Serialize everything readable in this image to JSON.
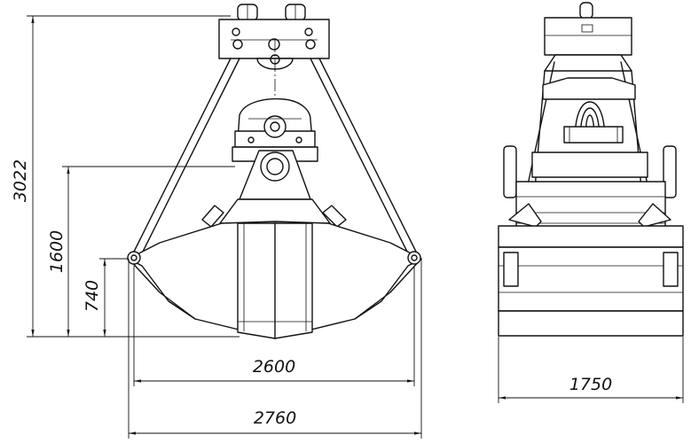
{
  "dimensions": {
    "total_height": "3022",
    "height_1600": "1600",
    "height_740": "740",
    "open_width_2600": "2600",
    "open_width_2760": "2760",
    "side_width_1750": "1750"
  }
}
